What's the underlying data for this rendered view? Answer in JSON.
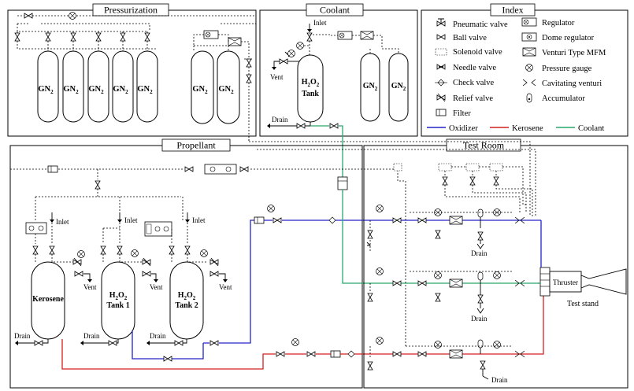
{
  "sections": {
    "pressurization": "Pressurization",
    "coolant": "Coolant",
    "index": "Index",
    "propellant": "Propellant",
    "test_room": "Test Room"
  },
  "index": {
    "pneumatic_valve": "Pneumatic valve",
    "ball_valve": "Ball valve",
    "solenoid_valve": "Solenoid valve",
    "needle_valve": "Needle valve",
    "check_valve": "Check valve",
    "relief_valve": "Relief valve",
    "filter": "Filter",
    "regulator": "Regulator",
    "dome_regulator": "Dome regulator",
    "venturi_mfm": "Venturi Type MFM",
    "pressure_gauge": "Pressure gauge",
    "cavitating_venturi": "Cavitating venturi",
    "accumulator": "Accumulator"
  },
  "legend": {
    "oxidizer": "Oxidizer",
    "kerosene": "Kerosene",
    "coolant": "Coolant",
    "oxidizer_color": "#2424c8",
    "kerosene_color": "#d42020",
    "coolant_color": "#2aa86a"
  },
  "tanks": {
    "gn2": "GN",
    "gn2_sub": "2",
    "h2o2": "H",
    "h2o2_sub1": "2",
    "h2o2_o": "O",
    "h2o2_sub2": "2",
    "coolant_tank": "Tank",
    "kerosene": "Kerosene",
    "tank1": "Tank 1",
    "tank2": "Tank 2"
  },
  "labels": {
    "inlet": "Inlet",
    "vent": "Vent",
    "drain": "Drain",
    "thruster": "Thruster",
    "test_stand": "Test stand"
  }
}
